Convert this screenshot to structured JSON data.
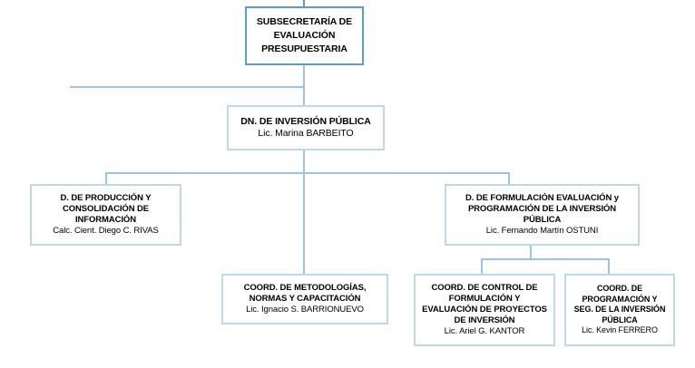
{
  "chart": {
    "kind": "organizational-chart",
    "language": "es",
    "colors": {
      "root_border": "#5B9BD5",
      "node_border": "#BDD7EE",
      "connector": "#9DC3E6",
      "text": "#000000",
      "background": "#FFFFFF"
    }
  },
  "nodes": {
    "root": {
      "line1": "SUBSECRETARÍA DE",
      "line2": "EVALUACIÓN",
      "line3": "PRESUPUESTARIA"
    },
    "direccion_nacional": {
      "title": "DN. DE INVERSIÓN PÚBLICA",
      "person": "Lic. Marina BARBEITO"
    },
    "produccion": {
      "line1": "D. DE PRODUCCIÓN Y",
      "line2": "CONSOLIDACIÓN DE",
      "line3": "INFORMACIÓN",
      "person": "Calc. Cient. Diego C. RIVAS"
    },
    "formulacion": {
      "line1": "D. DE FORMULACIÓN EVALUACIÓN y",
      "line2": "PROGRAMACIÓN DE LA INVERSIÓN",
      "line3": "PÚBLICA",
      "person": "Lic. Fernando Martín OSTUNI"
    },
    "metodologias": {
      "line1": "COORD. DE METODOLOGÍAS,",
      "line2": "NORMAS Y CAPACITACIÓN",
      "person": "Lic. Ignacio S. BARRIONUEVO"
    },
    "control": {
      "line1": "COORD. DE CONTROL DE",
      "line2": "FORMULACIÓN Y",
      "line3": "EVALUACIÓN DE PROYECTOS",
      "line4": "DE INVERSIÓN",
      "person": "Lic. Ariel G. KANTOR"
    },
    "programacion": {
      "line1": "COORD. DE",
      "line2": "PROGRAMACIÓN Y",
      "line3": "SEG. DE LA INVERSIÓN",
      "line4": "PÚBLICA",
      "person": "Lic. Kevin FERRERO"
    }
  }
}
